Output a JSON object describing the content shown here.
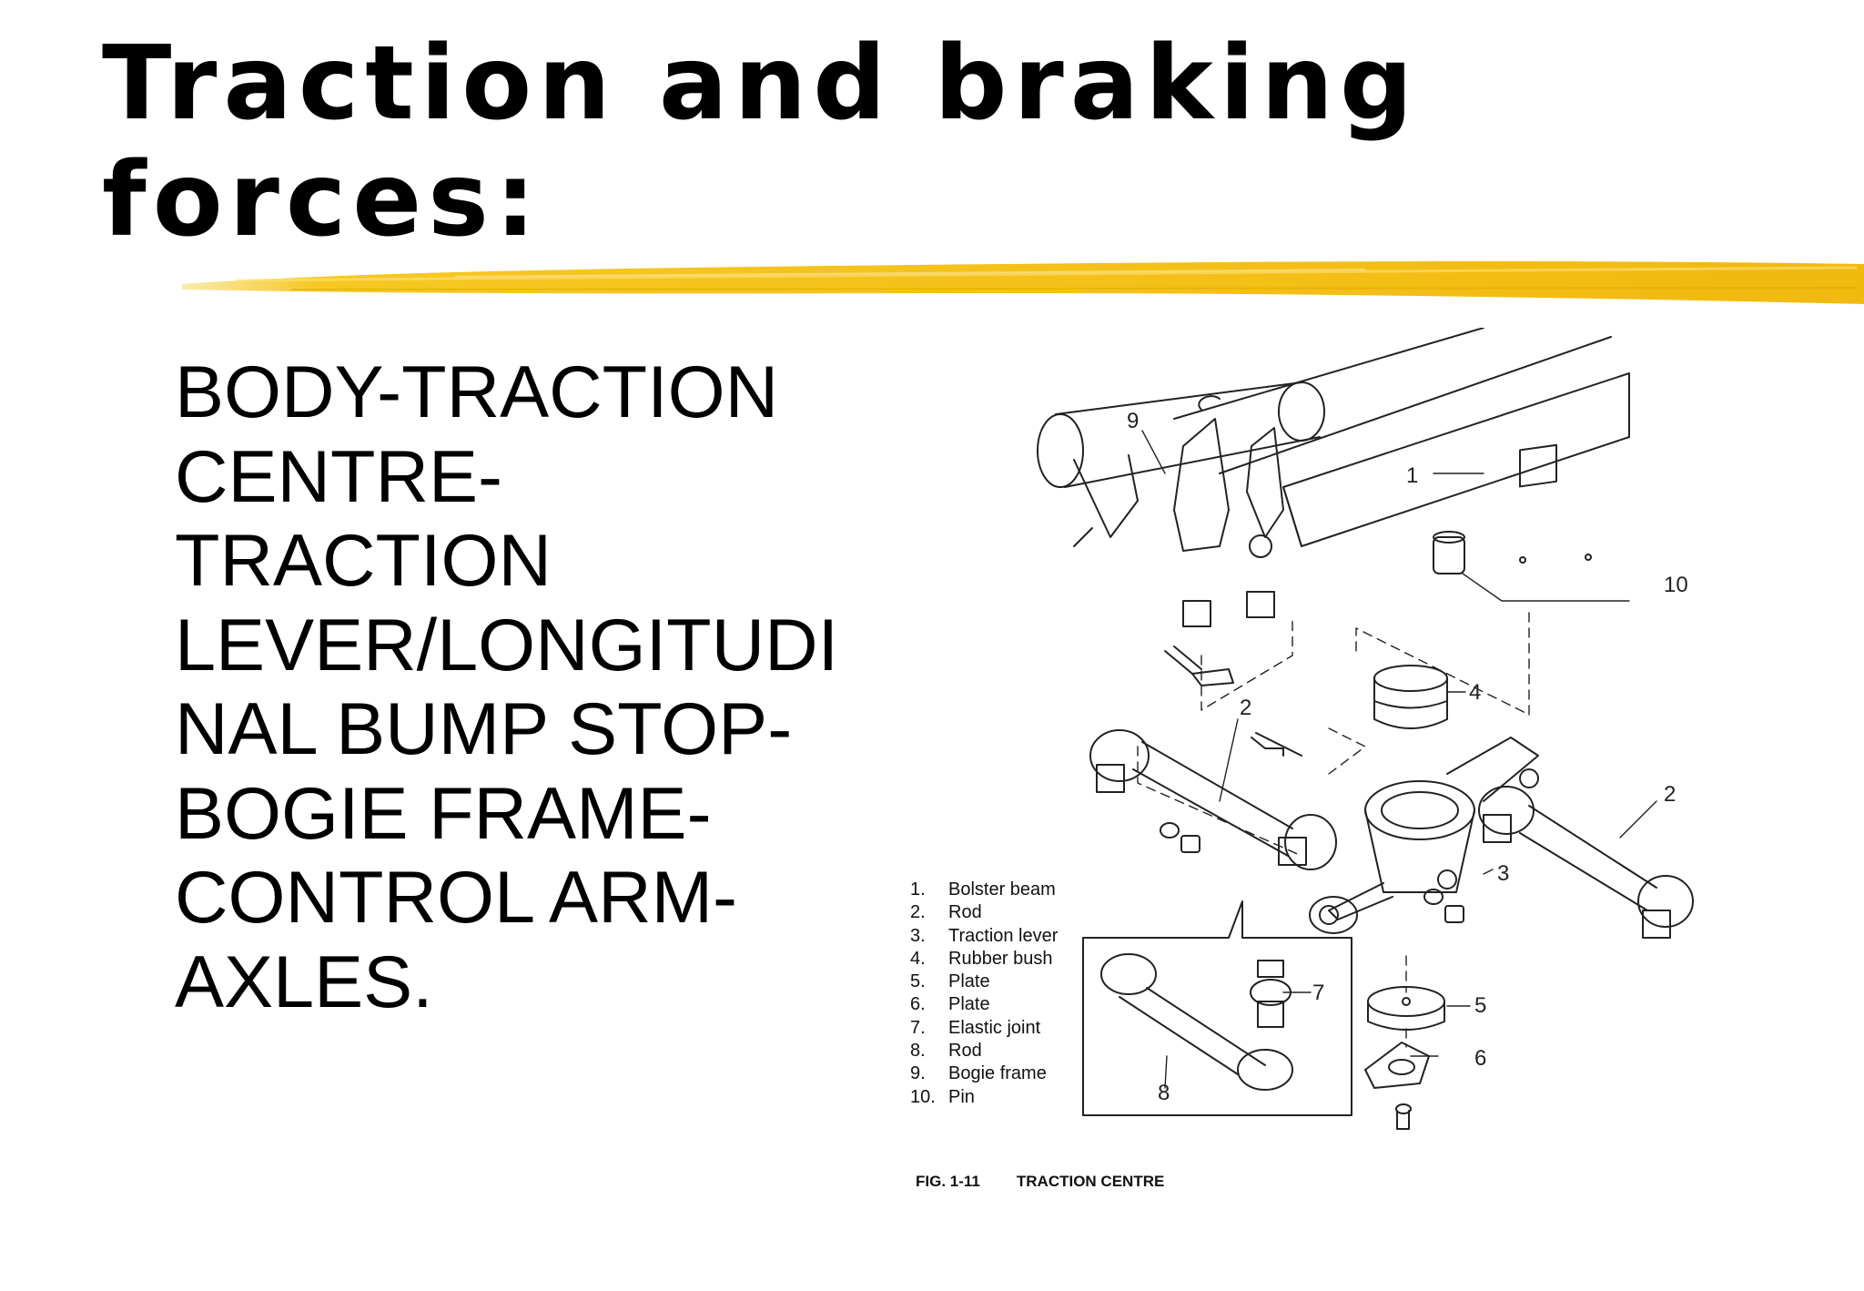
{
  "slide": {
    "title": "Traction and braking forces:",
    "accent_color": "#F5C518",
    "body_text": "BODY-TRACTION\nCENTRE-\nTRACTION\nLEVER/LONGITUDI\nNAL BUMP STOP-\nBOGIE FRAME-\nCONTROL ARM-\nAXLES."
  },
  "figure": {
    "callouts": [
      "1",
      "2",
      "2",
      "3",
      "4",
      "5",
      "6",
      "7",
      "8",
      "9",
      "10"
    ],
    "legend": [
      {
        "num": "1.",
        "label": "Bolster beam"
      },
      {
        "num": "2.",
        "label": "Rod"
      },
      {
        "num": "3.",
        "label": "Traction lever"
      },
      {
        "num": "4.",
        "label": "Rubber bush"
      },
      {
        "num": "5.",
        "label": "Plate"
      },
      {
        "num": "6.",
        "label": "Plate"
      },
      {
        "num": "7.",
        "label": "Elastic joint"
      },
      {
        "num": "8.",
        "label": "Rod"
      },
      {
        "num": "9.",
        "label": "Bogie frame"
      },
      {
        "num": "10.",
        "label": "Pin"
      }
    ],
    "caption_number": "FIG. 1-11",
    "caption_title": "TRACTION CENTRE"
  }
}
